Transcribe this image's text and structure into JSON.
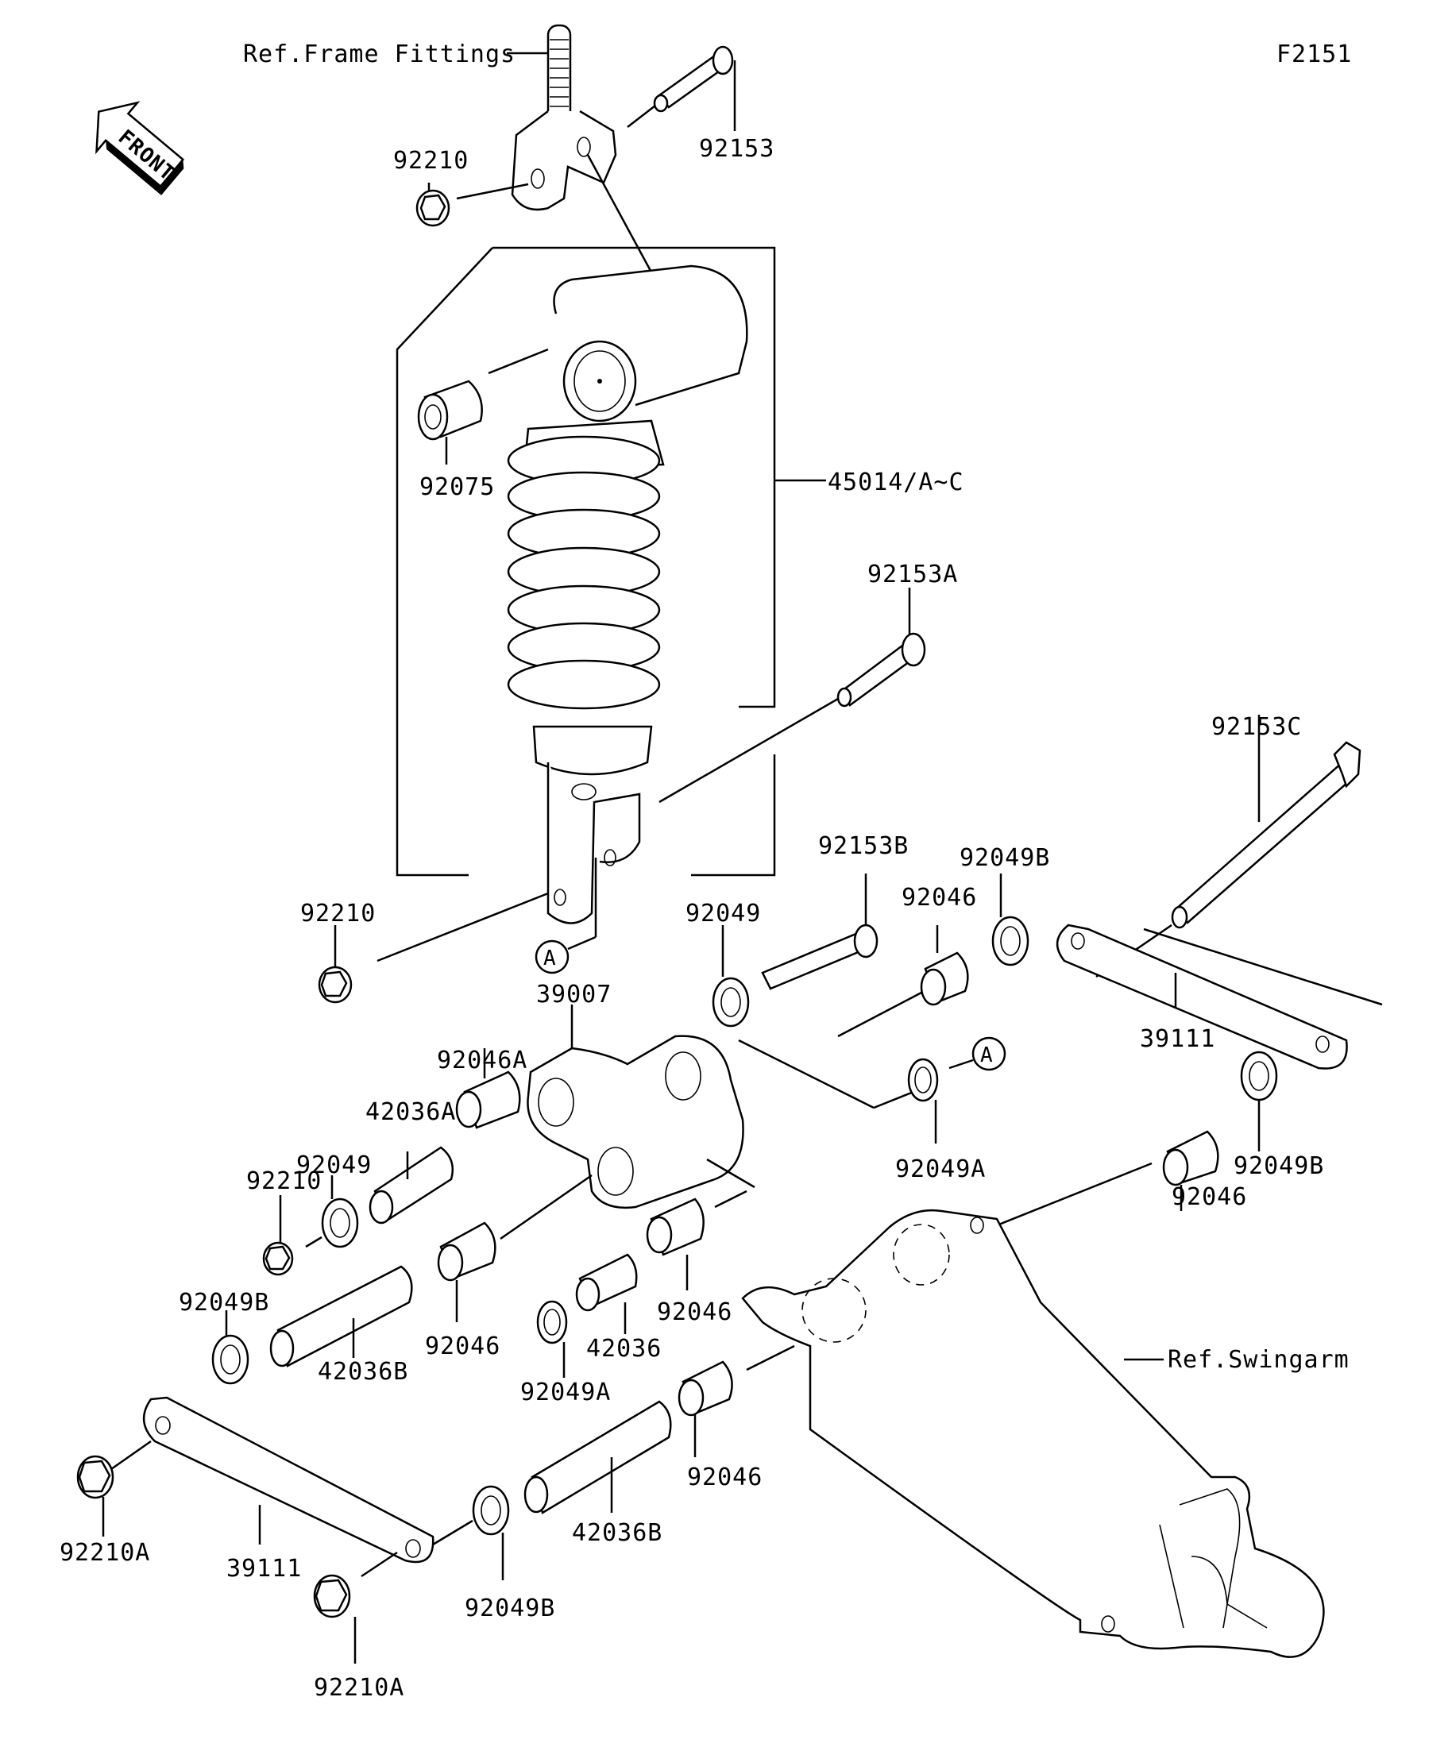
{
  "diagram": {
    "figure_id": "F2151",
    "front_indicator": "FRONT",
    "references": {
      "frame_fittings": "Ref.Frame Fittings",
      "swingarm": "Ref.Swingarm"
    },
    "callout_marker": "A",
    "parts": [
      {
        "key": "p92153",
        "label": "92153"
      },
      {
        "key": "p92210_top",
        "label": "92210"
      },
      {
        "key": "p92075",
        "label": "92075"
      },
      {
        "key": "p45014",
        "label": "45014/A~C"
      },
      {
        "key": "p92153A",
        "label": "92153A"
      },
      {
        "key": "p92153C",
        "label": "92153C"
      },
      {
        "key": "p92153B",
        "label": "92153B"
      },
      {
        "key": "p92049B_top",
        "label": "92049B"
      },
      {
        "key": "p92046_top",
        "label": "92046"
      },
      {
        "key": "p92049_mid",
        "label": "92049"
      },
      {
        "key": "p92210_mid",
        "label": "92210"
      },
      {
        "key": "p39007",
        "label": "39007"
      },
      {
        "key": "p39111_right",
        "label": "39111"
      },
      {
        "key": "p92046A",
        "label": "92046A"
      },
      {
        "key": "p42036A",
        "label": "42036A"
      },
      {
        "key": "p92049_left",
        "label": "92049"
      },
      {
        "key": "p92210_left",
        "label": "92210"
      },
      {
        "key": "p92049A_right",
        "label": "92049A"
      },
      {
        "key": "p92046_right",
        "label": "92046"
      },
      {
        "key": "p92049B_right",
        "label": "92049B"
      },
      {
        "key": "p92046_c1",
        "label": "92046"
      },
      {
        "key": "p92046_c2",
        "label": "92046"
      },
      {
        "key": "p42036",
        "label": "42036"
      },
      {
        "key": "p92049A_low",
        "label": "92049A"
      },
      {
        "key": "p92049B_left",
        "label": "92049B"
      },
      {
        "key": "p42036B_upper",
        "label": "42036B"
      },
      {
        "key": "p92046_low",
        "label": "92046"
      },
      {
        "key": "p42036B_lower",
        "label": "42036B"
      },
      {
        "key": "p92210A_left",
        "label": "92210A"
      },
      {
        "key": "p39111_left",
        "label": "39111"
      },
      {
        "key": "p92049B_low",
        "label": "92049B"
      },
      {
        "key": "p92210A_low",
        "label": "92210A"
      }
    ]
  }
}
